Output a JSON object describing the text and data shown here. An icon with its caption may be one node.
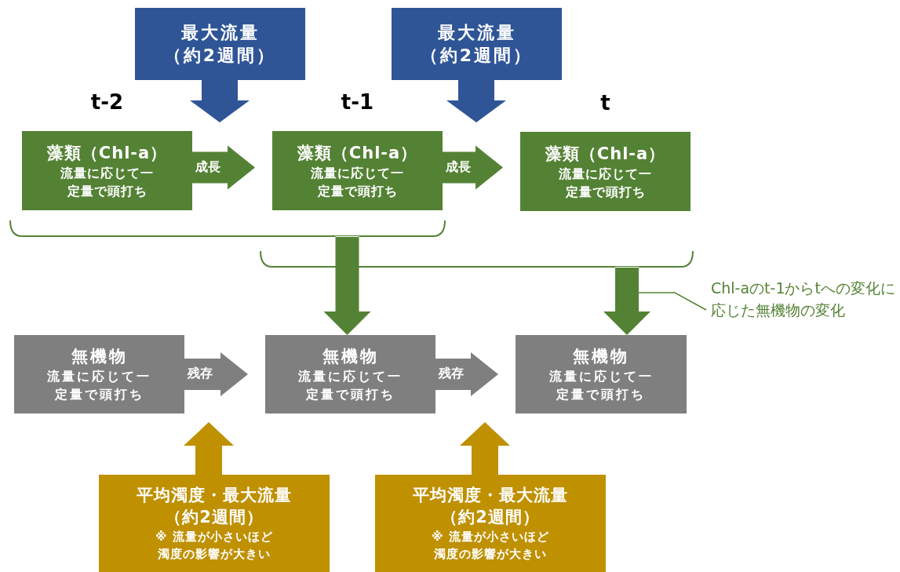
{
  "diagram": {
    "nodes": [
      {
        "text": [
          "最大流量（約2週間）"
        ]
      },
      {
        "text": [
          "最大流量（約2週間）"
        ]
      },
      {
        "text": [
          "t-2",
          "藻類（Chl-a）",
          "流量に応じて一定量で頭打ち"
        ]
      },
      {
        "text": [
          "t-1",
          "藻類（Chl-a）",
          "流量に応じて一定量で頭打ち"
        ]
      },
      {
        "text": [
          "t",
          "藻類（Chl-a）",
          "流量に応じて一定量で頭打ち"
        ]
      },
      {
        "text": [
          "無機物",
          "流量に応じて一定量で頭打ち"
        ]
      },
      {
        "text": [
          "無機物",
          "流量に応じて一定量で頭打ち"
        ]
      },
      {
        "text": [
          "無機物",
          "流量に応じて一定量で頭打ち"
        ]
      },
      {
        "text": [
          "平均濁度・最大流量（約2週間）",
          "※ 流量が小さいほど濁度の影響が大きい"
        ]
      },
      {
        "text": [
          "平均濁度・最大流量（約2週間）",
          "※ 流量が小さいほど濁度の影響が大きい"
        ]
      },
      {
        "text": [
          "Chl-aのt-1からtへの変化に応じた無機物の変化"
        ]
      }
    ],
    "edges": [
      {
        "from": 0,
        "to": null,
        "arrow": "to"
      },
      {
        "from": 1,
        "to": null,
        "arrow": "to"
      },
      {
        "from": 2,
        "to": 3,
        "arrow": "to",
        "label": "成長"
      },
      {
        "from": 3,
        "to": 4,
        "arrow": "to",
        "label": "成長"
      },
      {
        "from": 2,
        "to": 6,
        "arrow": "to"
      },
      {
        "from": 3,
        "to": 6,
        "arrow": "to"
      },
      {
        "from": 3,
        "to": 7,
        "arrow": "to"
      },
      {
        "from": 4,
        "to": 7,
        "arrow": "to"
      },
      {
        "from": 5,
        "to": 6,
        "arrow": "to",
        "label": "残存"
      },
      {
        "from": 6,
        "to": 7,
        "arrow": "to",
        "label": "残存"
      },
      {
        "from": 8,
        "to": null,
        "arrow": "to"
      },
      {
        "from": 9,
        "to": null,
        "arrow": "to"
      },
      {
        "from": 10,
        "to": null,
        "arrow": "none"
      }
    ]
  }
}
